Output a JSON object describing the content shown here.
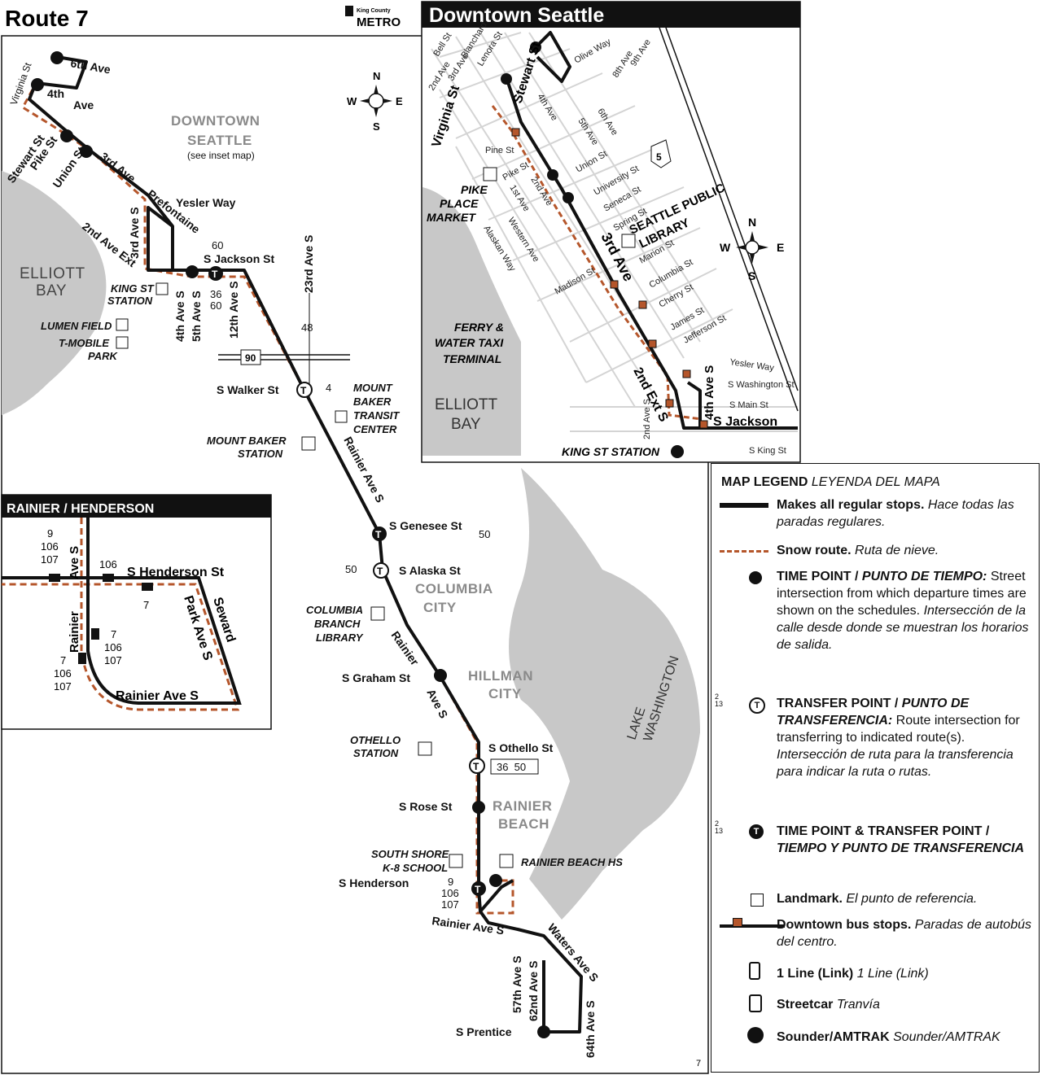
{
  "header": {
    "title": "Route 7",
    "logo_line1": "King County",
    "logo_line2": "METRO"
  },
  "inset_downtown": {
    "title": "Downtown Seattle"
  },
  "inset_rainier": {
    "title": "RAINIER / HENDERSON"
  },
  "areas": {
    "downtown_seattle_1": "DOWNTOWN",
    "downtown_seattle_2": "SEATTLE",
    "see_inset": "(see inset map)",
    "elliott_bay_1": "ELLIOTT",
    "elliott_bay_2": "BAY",
    "columbia_city_1": "COLUMBIA",
    "columbia_city_2": "CITY",
    "hillman_city_1": "HILLMAN",
    "hillman_city_2": "CITY",
    "rainier_beach_1": "RAINIER",
    "rainier_beach_2": "BEACH",
    "lake_wa_1": "LAKE",
    "lake_wa_2": "WASHINGTON"
  },
  "streets": {
    "sixth_ave": "6th Ave",
    "fourth_ave": "4th",
    "ave": "Ave",
    "virginia": "Virginia St",
    "stewart": "Stewart St",
    "pike": "Pike St",
    "union": "Union St",
    "third_ave": "3rd Ave",
    "prefontaine": "Prefontaine",
    "yesler": "Yesler Way",
    "second_ext": "2nd Ave Ext",
    "third_s": "3rd Ave S",
    "s_jackson": "S Jackson St",
    "fourth_s": "4th Ave S",
    "fifth_s": "5th Ave S",
    "twelfth_s": "12th Ave S",
    "twentythird_s": "23rd Ave S",
    "s_walker": "S Walker St",
    "rainier_s": "Rainier Ave S",
    "s_genesee": "S Genesee St",
    "s_alaska": "S Alaska St",
    "rainier_1": "Rainier",
    "rainier_2": "Ave S",
    "s_graham": "S Graham St",
    "s_othello": "S Othello St",
    "s_rose": "S Rose St",
    "s_henderson": "S Henderson",
    "rainier_ave_s": "Rainier Ave S",
    "fiftyseventh": "57th Ave S",
    "sixtysecond": "62nd Ave S",
    "waters": "Waters Ave S",
    "sixtyfourth": "64th Ave S",
    "s_prentice": "S Prentice",
    "i90": "90"
  },
  "landmarks": {
    "king_st_1": "KING ST",
    "king_st_2": "STATION",
    "lumen": "LUMEN FIELD",
    "tmobile_1": "T-MOBILE",
    "tmobile_2": "PARK",
    "mtbaker_1": "MOUNT",
    "mtbaker_2": "BAKER",
    "mtbaker_3": "TRANSIT",
    "mtbaker_4": "CENTER",
    "mtbaker_st_1": "MOUNT BAKER",
    "mtbaker_st_2": "STATION",
    "col_lib_1": "COLUMBIA",
    "col_lib_2": "BRANCH",
    "col_lib_3": "LIBRARY",
    "othello_1": "OTHELLO",
    "othello_2": "STATION",
    "ssk8_1": "SOUTH SHORE",
    "ssk8_2": "K-8 SCHOOL",
    "rbhs": "RAINIER BEACH HS"
  },
  "routes": {
    "r60": "60",
    "r36": "36",
    "r60b": "60",
    "r48": "48",
    "r4": "4",
    "r50": "50",
    "r50b": "50",
    "r36_50": "36  50",
    "r9": "9",
    "r106": "106",
    "r107": "107"
  },
  "downtown": {
    "bell": "Bell St",
    "blanchard": "Blanchard",
    "lenora": "Lenora St",
    "third": "3rd Ave",
    "second": "2nd Ave",
    "olive": "Olive Way",
    "ninth": "9th Ave",
    "eighth": "8th Ave",
    "fourth": "4th Ave",
    "fifth": "5th Ave",
    "sixth": "6th Ave",
    "pine": "Pine St",
    "pike": "Pike St",
    "union": "Union St",
    "university": "University St",
    "seneca": "Seneca St",
    "spring": "Spring St",
    "first": "1st Ave",
    "second_b": "2nd Ave",
    "western": "Western Ave",
    "alaskan": "Alaskan Way",
    "madison": "Madison St",
    "marion": "Marion St",
    "columbia": "Columbia St",
    "cherry": "Cherry St",
    "james": "James St",
    "jefferson": "Jefferson St",
    "yesler": "Yesler Way",
    "s_wash": "S Washington St",
    "s_main": "S Main St",
    "s_jackson": "S Jackson",
    "s_king": "S King St",
    "second_s": "2nd Ave S",
    "fourth_s": "4th Ave S",
    "second_ext": "2nd Ext S",
    "third_ave": "3rd Ave",
    "virginia": "Virginia St",
    "stewart": "Stewart St",
    "pike_place_1": "PIKE",
    "pike_place_2": "PLACE",
    "pike_place_3": "MARKET",
    "library_1": "SEATTLE PUBLIC",
    "library_2": "LIBRARY",
    "ferry_1": "FERRY &",
    "ferry_2": "WATER TAXI",
    "ferry_3": "TERMINAL",
    "elliott_1": "ELLIOTT",
    "elliott_2": "BAY",
    "king_st": "KING ST STATION",
    "i5": "5"
  },
  "rainier_inset": {
    "rainier_ave_s_v": "Ave S",
    "rainier_v": "Rainier",
    "henderson": "S Henderson St",
    "seward_1": "Seward",
    "seward_2": "Park Ave S",
    "rainier_ave_s": "Rainier Ave S",
    "r9": "9",
    "r106": "106",
    "r107": "107",
    "r106b": "106",
    "r7": "7",
    "r7b": "7",
    "r106c": "106",
    "r107b": "107",
    "r7c": "7",
    "r106d": "106",
    "r107c": "107"
  },
  "compass": {
    "n": "N",
    "s": "S",
    "e": "E",
    "w": "W"
  },
  "legend": {
    "title": "MAP LEGEND",
    "title_es": "LEYENDA DEL MAPA",
    "regular": "Makes all regular stops.",
    "regular_es": "Hace todas las paradas regulares.",
    "snow": "Snow route.",
    "snow_es": "Ruta de nieve.",
    "time": "TIME POINT / ",
    "time_es_b": "PUNTO DE TIEMPO:",
    "time_desc": "Street intersection from which departure times are shown on the schedules.",
    "time_desc_es": "Intersección de la calle desde donde se muestran los horarios de salida.",
    "transfer": "TRANSFER POINT / ",
    "transfer_es_b": "PUNTO DE TRANSFERENCIA:",
    "transfer_desc": "Route intersection for transferring to indicated route(s).",
    "transfer_desc_es": "Intersección de ruta para la transferencia para indicar la ruta o rutas.",
    "tt": "TIME POINT & TRANSFER POINT / ",
    "tt_es": "TIEMPO Y PUNTO DE TRANSFERENCIA",
    "landmark": "Landmark.",
    "landmark_es": "El punto de referencia.",
    "dtstops": "Downtown bus stops.",
    "dtstops_es": "Paradas de autobús del centro.",
    "link": "1 Line (Link)",
    "link_es": "1 Line (Link)",
    "streetcar": "Streetcar",
    "streetcar_es": "Tranvía",
    "sounder": "Sounder/AMTRAK",
    "sounder_es": "Sounder/AMTRAK",
    "sym_2": "2",
    "sym_13": "13"
  },
  "page_number": "7",
  "colors": {
    "route": "#111111",
    "snow": "#b5562b",
    "water": "#c8c8c8",
    "street": "#cfcfcf",
    "area": "#8a8a8a"
  }
}
